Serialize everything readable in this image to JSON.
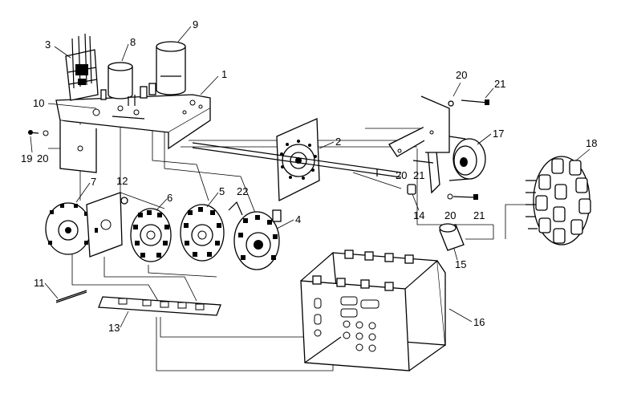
{
  "diagram": {
    "callouts": [
      "1",
      "2",
      "3",
      "4",
      "5",
      "6",
      "7",
      "8",
      "9",
      "10",
      "11",
      "12",
      "13",
      "14",
      "15",
      "16",
      "17",
      "18",
      "19",
      "20",
      "21",
      "22"
    ],
    "extra_labels": {
      "l20a": "20",
      "l20b": "20",
      "l20c": "20",
      "l21b": "21",
      "l21c": "21"
    }
  }
}
